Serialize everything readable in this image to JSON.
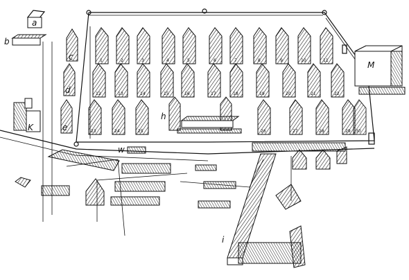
{
  "labels": {
    "a": "a",
    "b": "b",
    "c": "c",
    "d": "d",
    "e": "e",
    "k": "K",
    "w": "w",
    "h": "h",
    "i": "i",
    "m": "M"
  },
  "barracks": {
    "row1": [
      "1",
      "2",
      "3",
      "4",
      "5",
      "6",
      "7",
      "8",
      "9",
      "10",
      "11"
    ],
    "row2": [
      "12",
      "13",
      "14",
      "15",
      "16",
      "17",
      "18",
      "19",
      "20",
      "21",
      "22"
    ],
    "row3": [
      "23",
      "24",
      "25",
      "26",
      "27",
      "28",
      "29",
      "30"
    ]
  },
  "colors": {
    "ink": "#111111",
    "paper": "#ffffff"
  }
}
